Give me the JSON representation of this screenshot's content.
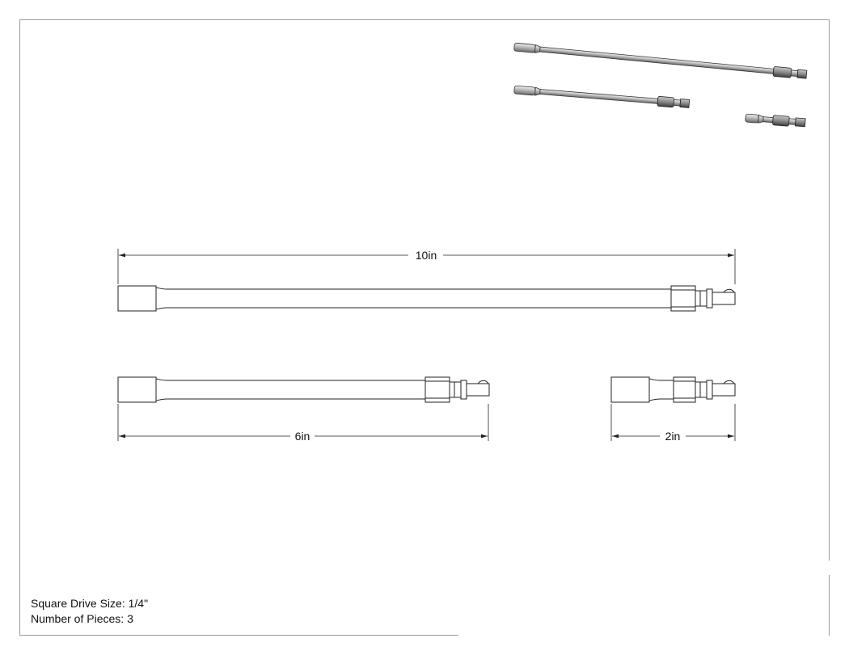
{
  "dimensions": {
    "long": "10in",
    "medium": "6in",
    "short": "2in"
  },
  "specs": [
    {
      "label": "Square Drive Size:",
      "value": "1/4\""
    },
    {
      "label": "Number of Pieces:",
      "value": "3"
    }
  ],
  "colors": {
    "line": "#222222",
    "frame": "#9a9a9a",
    "metal_light": "#d8d8d8",
    "metal_mid": "#a9a9a9",
    "metal_dark": "#555555"
  }
}
